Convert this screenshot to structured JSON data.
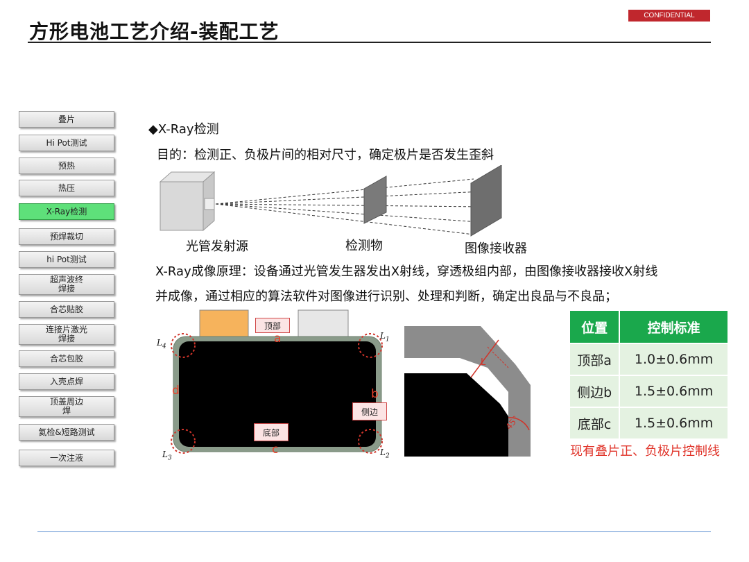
{
  "header": {
    "title": "方形电池工艺介绍-装配工艺",
    "confidential": "CONFIDENTIAL"
  },
  "sidebar": {
    "items": [
      {
        "label": "叠片",
        "active": false
      },
      {
        "label": "Hi Pot测试",
        "active": false
      },
      {
        "label": "预热",
        "active": false
      },
      {
        "label": "热压",
        "active": false
      },
      {
        "label": "X-Ray检测",
        "active": true
      },
      {
        "label": "预焊裁切",
        "active": false
      },
      {
        "label": "hi Pot测试",
        "active": false
      },
      {
        "label": "超声波终焊接",
        "active": false
      },
      {
        "label": "合芯贴胶",
        "active": false
      },
      {
        "label": "连接片激光焊接",
        "active": false
      },
      {
        "label": "合芯包胶",
        "active": false
      },
      {
        "label": "入壳点焊",
        "active": false
      },
      {
        "label": "顶盖周边焊",
        "active": false
      },
      {
        "label": "氦检&短路测试",
        "active": false
      },
      {
        "label": "一次注液",
        "active": false
      }
    ],
    "active_color": "#5ee07a"
  },
  "content": {
    "heading": "◆X-Ray检测",
    "purpose": "目的：检测正、负极片间的相对尺寸，确定极片是否发生歪斜",
    "principle_line1": "X-Ray成像原理：设备通过光管发生器发出X射线，穿透极组内部，由图像接收器接收X射线",
    "principle_line2": "并成像，通过相应的算法软件对图像进行识别、处理和判断，确定出良品与不良品；"
  },
  "xray_diagram": {
    "source_label": "光管发射源",
    "object_label": "检测物",
    "receiver_label": "图像接收器"
  },
  "cell_diagram": {
    "tag_top": "顶部",
    "tag_side": "侧边",
    "tag_bottom": "底部",
    "letter_a": "a",
    "letter_b": "b",
    "letter_c": "c",
    "letter_d": "d",
    "corners": [
      "L",
      "L",
      "L",
      "L"
    ],
    "corner_subs": [
      "4",
      "1",
      "3",
      "2"
    ],
    "angle_label": "45°",
    "dim_label": "L"
  },
  "spec_table": {
    "headers": [
      "位置",
      "控制标准"
    ],
    "rows": [
      [
        "顶部a",
        "1.0±0.6mm"
      ],
      [
        "侧边b",
        "1.5±0.6mm"
      ],
      [
        "底部c",
        "1.5±0.6mm"
      ]
    ],
    "header_color": "#1aa84c",
    "cell_color": "#e4f2e1"
  },
  "note": "现有叠片正、负极片控制线"
}
